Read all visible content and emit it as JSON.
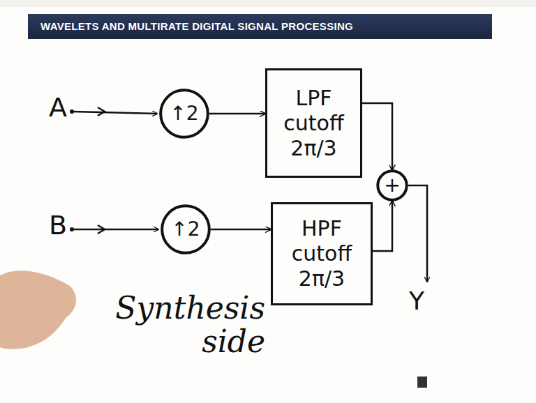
{
  "diagram": {
    "title": "WAVELETS AND MULTIRATE DIGITAL SIGNAL PROCESSING",
    "nodes": [
      {
        "text": [
          "↑2"
        ]
      },
      {
        "text": [
          "LPF cutoff 2π/3"
        ]
      },
      {
        "text": [
          "+"
        ]
      },
      {
        "text": [
          "↑2"
        ]
      },
      {
        "text": [
          "HPF cutoff 2π/3"
        ]
      }
    ],
    "edges": [
      {
        "from": 0,
        "to": 1,
        "arrow": "to"
      },
      {
        "from": 1,
        "to": 2,
        "arrow": "to"
      },
      {
        "from": 3,
        "to": 4,
        "arrow": "to"
      },
      {
        "from": 4,
        "to": 2,
        "arrow": "to"
      }
    ],
    "labels": [
      "A",
      "B",
      "Y",
      "Synthesis side"
    ]
  }
}
